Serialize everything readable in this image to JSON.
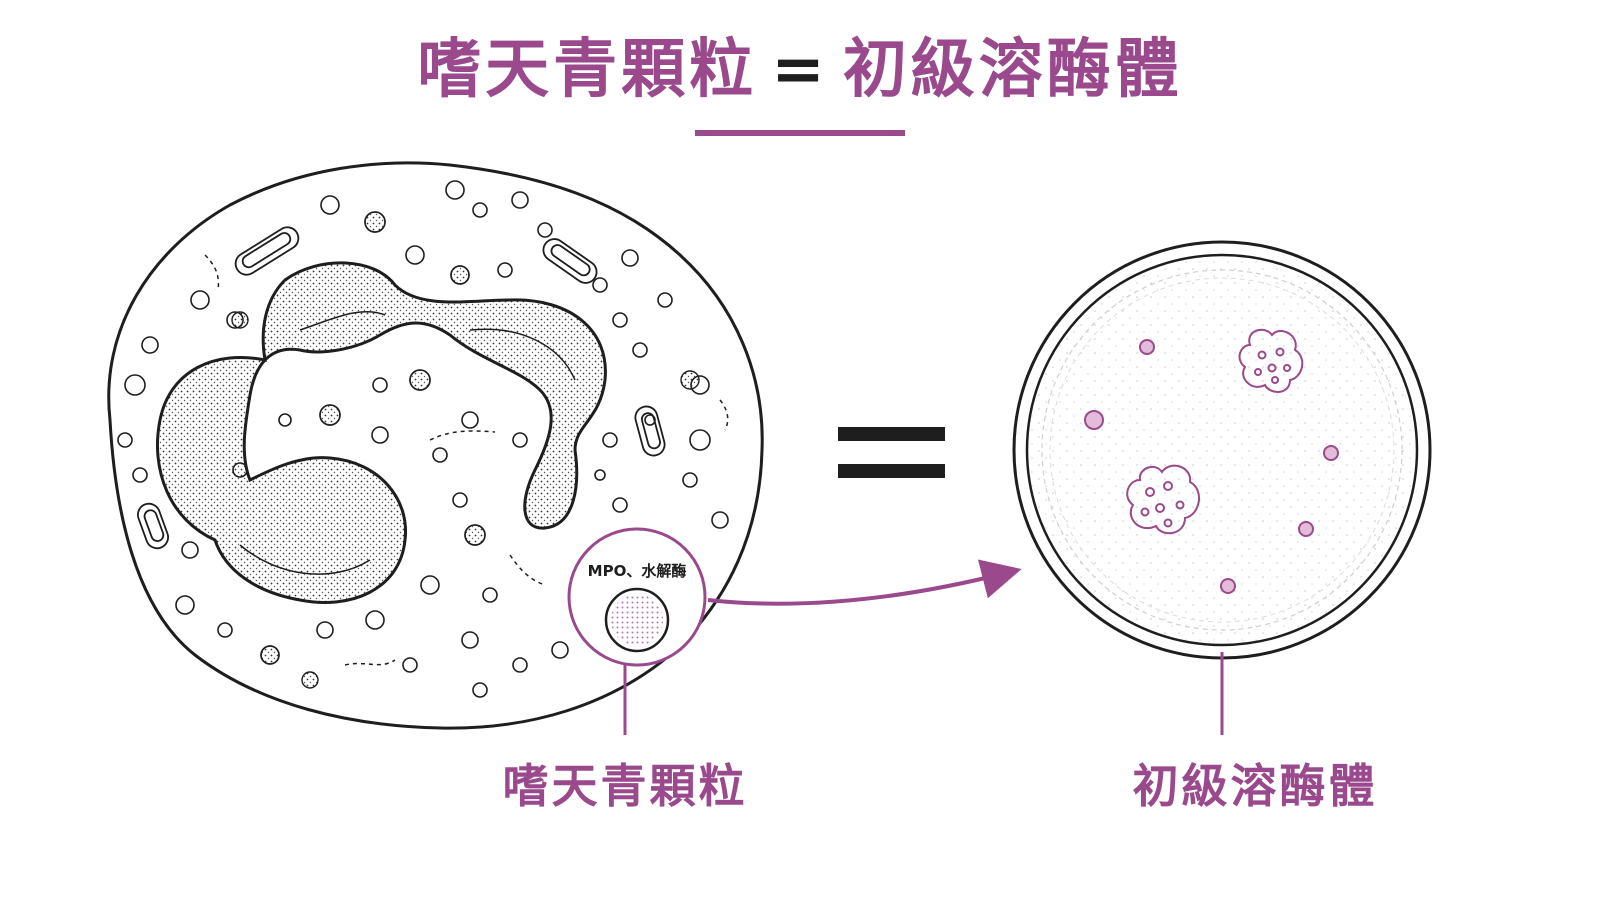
{
  "title": {
    "left": "嗜天青顆粒",
    "equals": "=",
    "right": "初級溶酶體"
  },
  "callout": {
    "text": "MPO、水解酶"
  },
  "labels": {
    "left": "嗜天青顆粒",
    "right": "初級溶酶體"
  },
  "colors": {
    "accent": "#9a4a8c",
    "ink": "#1e1e1e"
  }
}
